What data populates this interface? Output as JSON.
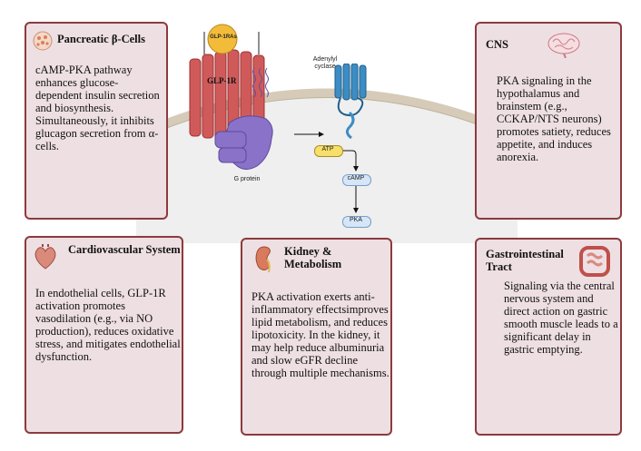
{
  "cards": {
    "pancreatic": {
      "title": "Pancreatic β-Cells",
      "body": "cAMP-PKA pathway enhances glucose-dependent insulin secretion and biosynthesis. Simultaneously, it inhibits glucagon secretion from α-cells."
    },
    "cns": {
      "title": "CNS",
      "body": "PKA signaling in the hypothalamus and brainstem (e.g., CCKAP/NTS neurons) promotes satiety, reduces appetite, and induces anorexia."
    },
    "cardio": {
      "title": "Cardiovascular System",
      "body": "In endothelial cells, GLP-1R activation promotes vasodilation (e.g., via NO production), reduces oxidative stress, and mitigates endothelial dysfunction."
    },
    "kidney": {
      "title": "Kidney & Metabolism",
      "body": "PKA activation exerts anti-inflammatory effectsimproves lipid metabolism, and reduces lipotoxicity. In the kidney, it may help reduce albuminuria and slow eGFR decline through multiple mechanisms."
    },
    "gi": {
      "title": "Gastrointestinal Tract",
      "body": "Signaling via the central nervous system and direct action on gastric smooth muscle leads to a significant delay in gastric emptying."
    }
  },
  "diagram": {
    "ligand": "GLP-1RAs",
    "receptor": "GLP-1R",
    "g_protein": "G protein",
    "adenylyl_cyclase": "Adenylyl cyclase",
    "atp": "ATP",
    "camp": "cAMP",
    "pka": "PKA"
  }
}
